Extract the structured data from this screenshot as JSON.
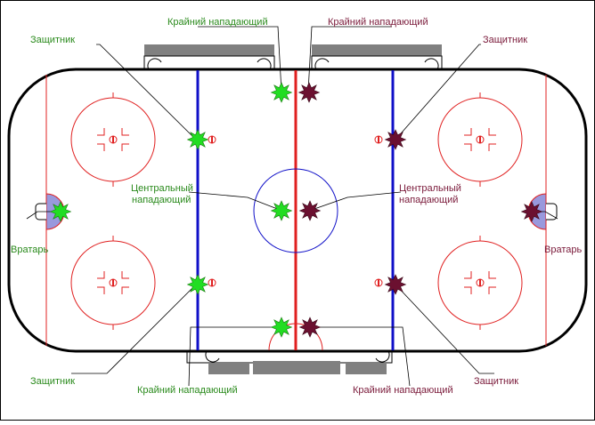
{
  "labels": {
    "top_left_winger": "Крайний нападающий",
    "top_right_winger": "Крайний нападающий",
    "bottom_left_winger": "Крайний нападающий",
    "bottom_right_winger": "Крайний нападающий",
    "left_top_defender": "Защитник",
    "left_bottom_defender": "Защитник",
    "right_top_defender": "Защитник",
    "right_bottom_defender": "Защитник",
    "left_center_line1": "Центральный",
    "left_center_line2": "нападающий",
    "right_center_line1": "Центральный",
    "right_center_line2": "нападающий",
    "left_goalie": "Вратарь",
    "right_goalie": "Вратарь"
  },
  "colors": {
    "team_left": "#22dd22",
    "team_right": "#6b1030",
    "label_left": "#2a8a1c",
    "label_right": "#7a1a3a",
    "center_line": "#e02020",
    "blue_line": "#1010c8",
    "rink_markings": "#e02020",
    "center_circle": "#1010c8",
    "crease": "#9999dd"
  }
}
